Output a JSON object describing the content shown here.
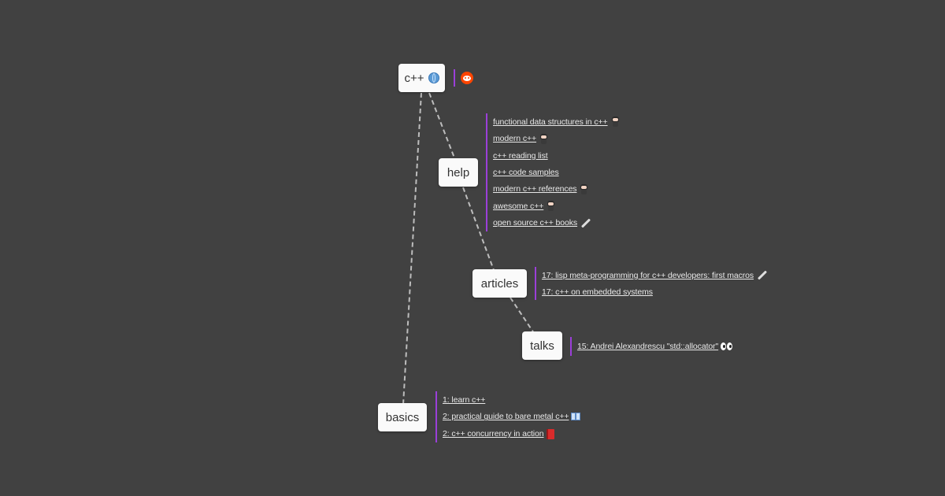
{
  "nodes": {
    "root": "c++",
    "help": "help",
    "articles": "articles",
    "talks": "talks",
    "basics": "basics"
  },
  "root_links": {
    "reddit_icon": "reddit-icon"
  },
  "help_links": [
    {
      "text": "functional data structures in c++",
      "icon": "github-octocat-icon"
    },
    {
      "text": "modern c++",
      "icon": "github-octocat-icon"
    },
    {
      "text": "c++ reading list",
      "icon": ""
    },
    {
      "text": "c++ code samples",
      "icon": ""
    },
    {
      "text": "modern c++ references",
      "icon": "github-octocat-icon"
    },
    {
      "text": "awesome c++",
      "icon": "github-octocat-icon"
    },
    {
      "text": "open source c++ books",
      "icon": "pen-icon"
    }
  ],
  "articles_links": [
    {
      "text": "17: lisp meta-programming for c++ developers: first macros",
      "icon": "pen-icon"
    },
    {
      "text": "17: c++ on embedded systems",
      "icon": ""
    }
  ],
  "talks_links": [
    {
      "text": "15: Andrei Alexandrescu \"std::allocator\"",
      "icon": "eyes-icon"
    }
  ],
  "basics_links": [
    {
      "text": "1: learn c++",
      "icon": ""
    },
    {
      "text": "2: practical guide to bare metal c++",
      "icon": "open-book-icon"
    },
    {
      "text": "2: c++ concurrency in action",
      "icon": "red-book-icon"
    }
  ],
  "colors": {
    "background": "#414141",
    "node_fill": "#fafafa",
    "link_bar": "#9b3fd9",
    "edge": "#bdbdbd"
  }
}
